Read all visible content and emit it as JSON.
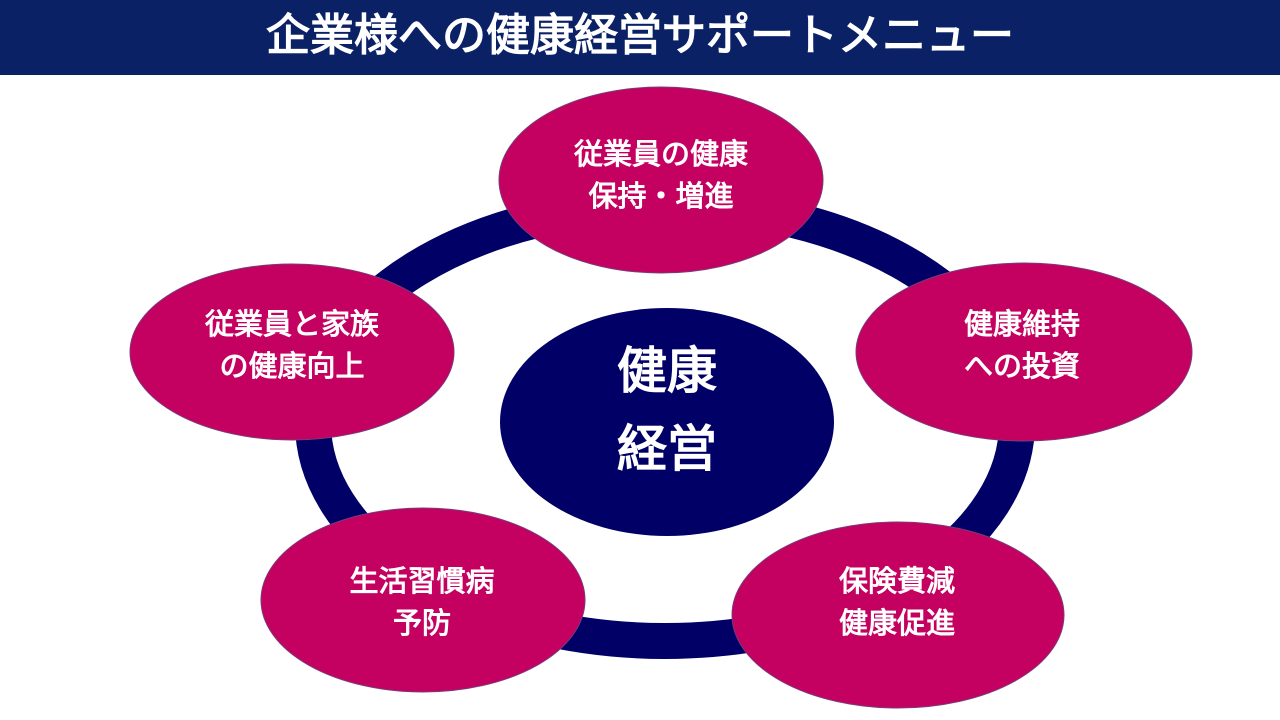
{
  "header": {
    "title": "企業様への健康経営サポートメニュー"
  },
  "colors": {
    "header": "#0b2166",
    "ring": "#000066",
    "node": "#c40060",
    "center": "#000066"
  },
  "center": {
    "line1": "健康",
    "line2": "経営"
  },
  "nodes": [
    {
      "line1": "従業員の健康",
      "line2": "保持・増進"
    },
    {
      "line1": "健康維持",
      "line2": "への投資"
    },
    {
      "line1": "保険費減",
      "line2": "健康促進"
    },
    {
      "line1": "生活習慣病",
      "line2": "予防"
    },
    {
      "line1": "従業員と家族",
      "line2": "の健康向上"
    }
  ]
}
